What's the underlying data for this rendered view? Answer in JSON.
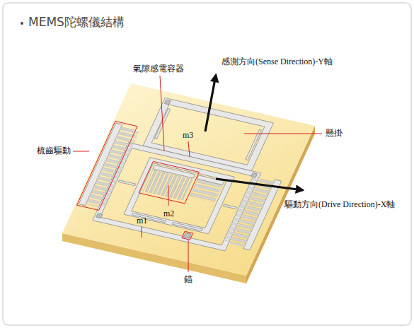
{
  "diagram": {
    "title": "MEMS陀螺儀結構",
    "labels": [
      "氣隙感電容器",
      "感測方向(Sense Direction)-Y軸",
      "m3",
      "懸掛",
      "梳齒驅動",
      "驅動方向(Drive Direction)-X軸",
      "m2",
      "m1",
      "錨"
    ]
  }
}
